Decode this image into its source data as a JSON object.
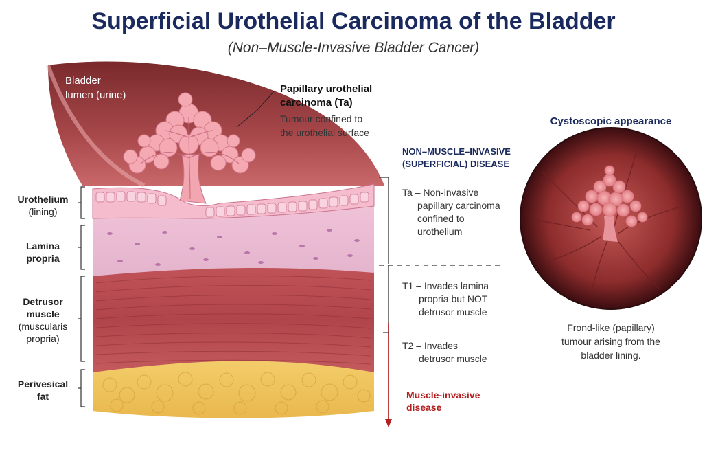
{
  "title": "Superficial Urothelial Carcinoma of the Bladder",
  "subtitle": "(Non–Muscle-Invasive Bladder Cancer)",
  "lumen_label": [
    "Bladder",
    "lumen (urine)"
  ],
  "tumor_callout": {
    "heading": [
      "Papillary urothelial",
      "carcinoma (Ta)"
    ],
    "description": [
      "Tumour confined to",
      "the urothelial surface"
    ]
  },
  "layers": [
    {
      "name": [
        "Urothelium"
      ],
      "note": [
        "(lining)"
      ],
      "color": "#f3b8c8"
    },
    {
      "name": [
        "Lamina",
        "propria"
      ],
      "note": [],
      "color": "#ecc6dc"
    },
    {
      "name": [
        "Detrusor",
        "muscle"
      ],
      "note": [
        "(muscularis",
        "propria)"
      ],
      "color": "#b84a4f"
    },
    {
      "name": [
        "Perivesical",
        "fat"
      ],
      "note": [],
      "color": "#eec25a"
    }
  ],
  "staging": {
    "header": [
      "NON–MUSCLE–INVASIVE",
      "(SUPERFICIAL) DISEASE"
    ],
    "stages": [
      {
        "code": "Ta",
        "text": [
          "– Non-invasive",
          "papillary carcinoma",
          "confined to",
          "urothelium"
        ]
      },
      {
        "code": "T1",
        "text": [
          "– Invades lamina",
          "propria but NOT",
          "detrusor muscle"
        ]
      },
      {
        "code": "T2",
        "text": [
          "– Invades",
          "detrusor muscle"
        ]
      }
    ],
    "muscle_invasive_label": [
      "Muscle-invasive",
      "disease"
    ],
    "colors": {
      "header": "#1a2a5e",
      "muscle_invasive": "#b32020"
    }
  },
  "cystoscopy": {
    "title": "Cystoscopic appearance",
    "caption": [
      "Frond-like (papillary)",
      "tumour arising from the",
      "bladder lining."
    ]
  }
}
